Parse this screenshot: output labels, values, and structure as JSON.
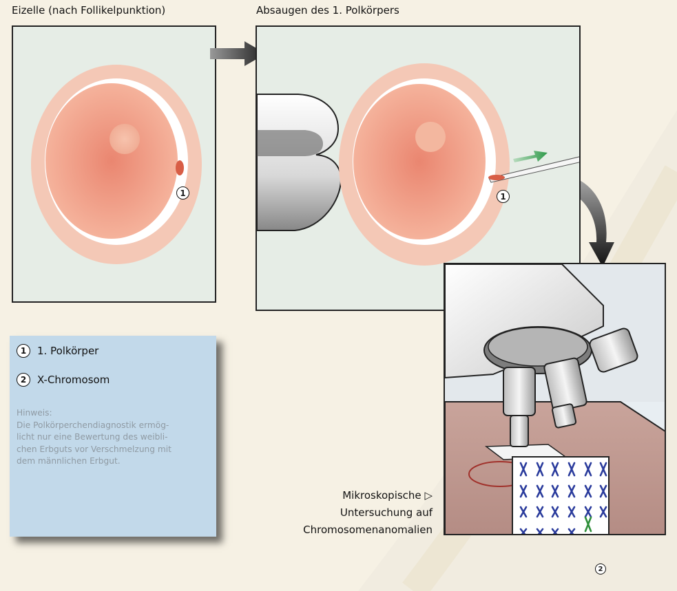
{
  "titles": {
    "left": "Eizelle (nach Follikelpunktion)",
    "middle": "Absaugen des 1. Polkörpers"
  },
  "legend": {
    "items": [
      {
        "num": "1",
        "label": "1. Polkörper"
      },
      {
        "num": "2",
        "label": "X-Chromosom"
      }
    ],
    "hint_title": "Hinweis:",
    "hint_lines": [
      "Die Polkörperchendiagnostik ermög-",
      "licht nur eine Bewertung des weibli-",
      "chen Erbguts vor Verschmelzung mit",
      "dem männlichen Erbgut."
    ]
  },
  "markers": {
    "polar_body": "1",
    "x_chromosome": "2"
  },
  "caption": {
    "lines": [
      "Mikroskopische",
      "Untersuchung auf",
      "Chromosomenanomalien"
    ],
    "pointer": "▷"
  },
  "colors": {
    "background": "#f6f1e4",
    "panel": "#e6ede6",
    "legend_bg": "#c2d9ea",
    "cell": "#e88b74",
    "zona": "#f3c6b3",
    "chromosome": "#2a3b9c",
    "x_chromosome": "#2f8f3a",
    "suction_arrow": "#2f9a4a"
  }
}
